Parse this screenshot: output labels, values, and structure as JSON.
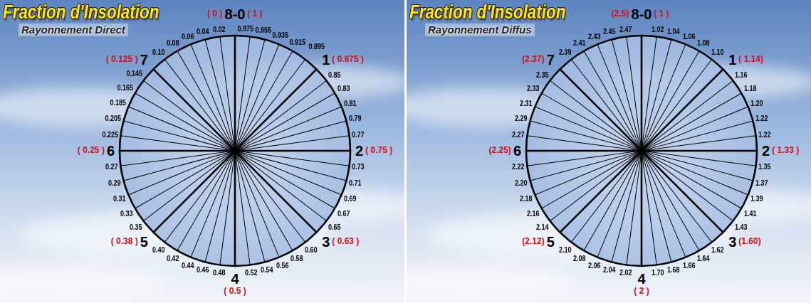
{
  "diagram": {
    "nodes": [
      {
        "text": [
          "Fraction d'Insolation",
          "Rayonnement Direct"
        ]
      },
      {
        "text": [
          "Fraction d'Insolation",
          "Rayonnement Diffus"
        ]
      }
    ],
    "labels": [
      "( 0 )",
      "8-0",
      "( 1 )",
      "0.975",
      "0.955",
      "0.935",
      "0.915",
      "0.895",
      "1",
      "( 0.875 )",
      "0.85",
      "0.83",
      "0.81",
      "0.79",
      "0.77",
      "2",
      "( 0.75 )",
      "0.73",
      "0.71",
      "0.69",
      "0.67",
      "0.65",
      "3",
      "( 0.63 )",
      "0.60",
      "0.58",
      "0.56",
      "0.54",
      "0.52",
      "4",
      "( 0.5 )",
      "0.48",
      "0.46",
      "0.44",
      "0.42",
      "0.40",
      "5",
      "( 0.38 )",
      "0.35",
      "0.33",
      "0.31",
      "0.29",
      "0.27",
      "6",
      "( 0.25 )",
      "0.225",
      "0.205",
      "0.185",
      "0.165",
      "0.145",
      "7",
      "( 0.125 )",
      "0.10",
      "0.08",
      "0.06",
      "0.04",
      "0.02",
      "(2.5)",
      "8-0",
      "( 1 )",
      "1.02",
      "1.04",
      "1.06",
      "1.08",
      "1.10",
      "1",
      "( 1.14)",
      "1.16",
      "1.18",
      "1.20",
      "1.22",
      "1.22",
      "2",
      "( 1.33 )",
      "1.35",
      "1.37",
      "1.39",
      "1.41",
      "1.43",
      "3",
      "(1.60)",
      "1.62",
      "1.64",
      "1.66",
      "1.68",
      "1.70",
      "4",
      "( 2 )",
      "2.02",
      "2.04",
      "2.06",
      "2.08",
      "2.10",
      "5",
      "(2.12)",
      "2.14",
      "2.16",
      "2.18",
      "2.20",
      "2.22",
      "6",
      "(2.25)",
      "2.27",
      "2.29",
      "2.31",
      "2.33",
      "2.35",
      "7",
      "(2.37)",
      "2.39",
      "2.41",
      "2.43",
      "2.45",
      "2.47"
    ]
  }
}
